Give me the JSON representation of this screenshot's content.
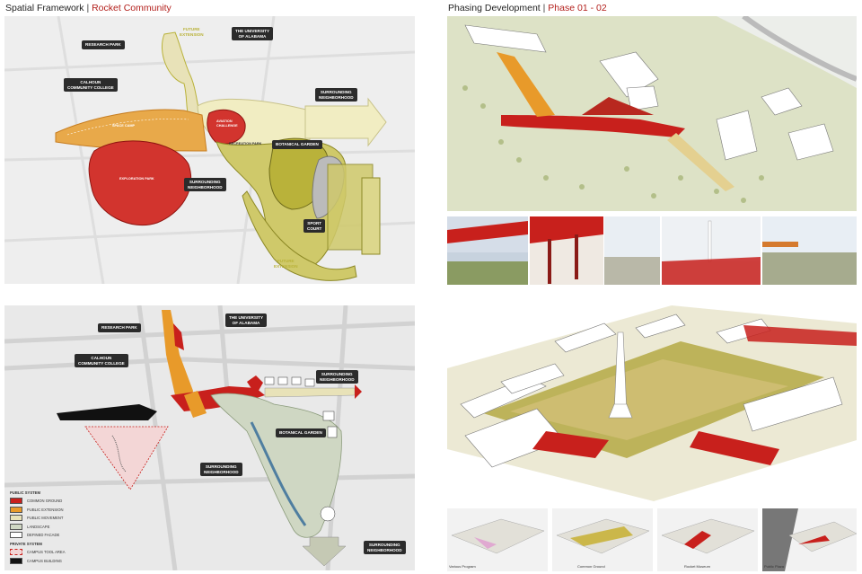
{
  "titles": {
    "left_main": "Spatial Framework",
    "left_sep": " | ",
    "left_accent": "Rocket Community",
    "right_main": "Phasing Development",
    "right_sep": " | ",
    "right_accent": "Phase 01 - 02"
  },
  "top_map": {
    "labels": {
      "research_park": "RESEARCH PARK",
      "univ_alabama": "THE UNIVERSITY\nOF ALABAMA",
      "calhoun": "CALHOUN\nCOMMUNITY COLLEGE",
      "surround_ne": "SURROUNDING\nNEIGHBORHOOD",
      "surround_s": "SURROUNDING\nNEIGHBORHOOD",
      "botanical": "BOTANICAL GARDEN",
      "sport": "SPORT\nCOURT",
      "future_ext_top": "FUTURE\nEXTENSION",
      "future_ext_bottom": "FUTURE\nEXTENSION",
      "space_camp": "SPACE CAMP",
      "exploration_park": "EXPLORATION PARK",
      "aviation_challenge": "AVIATION\nCHALLENGE",
      "recreation_park": "RECREATION PARK"
    }
  },
  "bottom_map": {
    "labels": {
      "research_park": "RESEARCH PARK",
      "univ_alabama": "THE UNIVERSITY\nOF ALABAMA",
      "calhoun": "CALHOUN\nCOMMUNITY COLLEGE",
      "surround_ne": "SURROUNDING\nNEIGHBORHOOD",
      "surround_s": "SURROUNDING\nNEIGHBORHOOD",
      "surround_se": "SURROUNDING\nNEIGHBORHOOD",
      "botanical": "BOTANICAL GARDEN"
    },
    "legend": {
      "public_heading": "PUBLIC SYSTEM",
      "items": [
        {
          "label": "COMMON GROUND",
          "color": "#c8201c"
        },
        {
          "label": "PUBLIC EXTENSION",
          "color": "#e89a2a"
        },
        {
          "label": "PUBLIC MOVEMENT",
          "color": "#e8e2b8"
        },
        {
          "label": "LANDSCAPE",
          "color": "#cfd7c3"
        },
        {
          "label": "DEFINED FACADE",
          "color": "#ffffff"
        }
      ],
      "private_heading": "PRIVATE SYSTEM",
      "private_items": [
        {
          "label": "CAMPUS TOOL AREA",
          "color": "#f3d6d6"
        },
        {
          "label": "CAMPUS BUILDING",
          "color": "#111111"
        }
      ]
    }
  },
  "thumbnails": {
    "labels": [
      "Various Program",
      "Common Ground",
      "Rocket Museum",
      "Public Plaza"
    ]
  },
  "colors": {
    "red": "#c8201c",
    "orange": "#e89a2a",
    "olive": "#b9b23a",
    "pale_yellow": "#f1edc2",
    "map_bg": "#eeeeee"
  }
}
